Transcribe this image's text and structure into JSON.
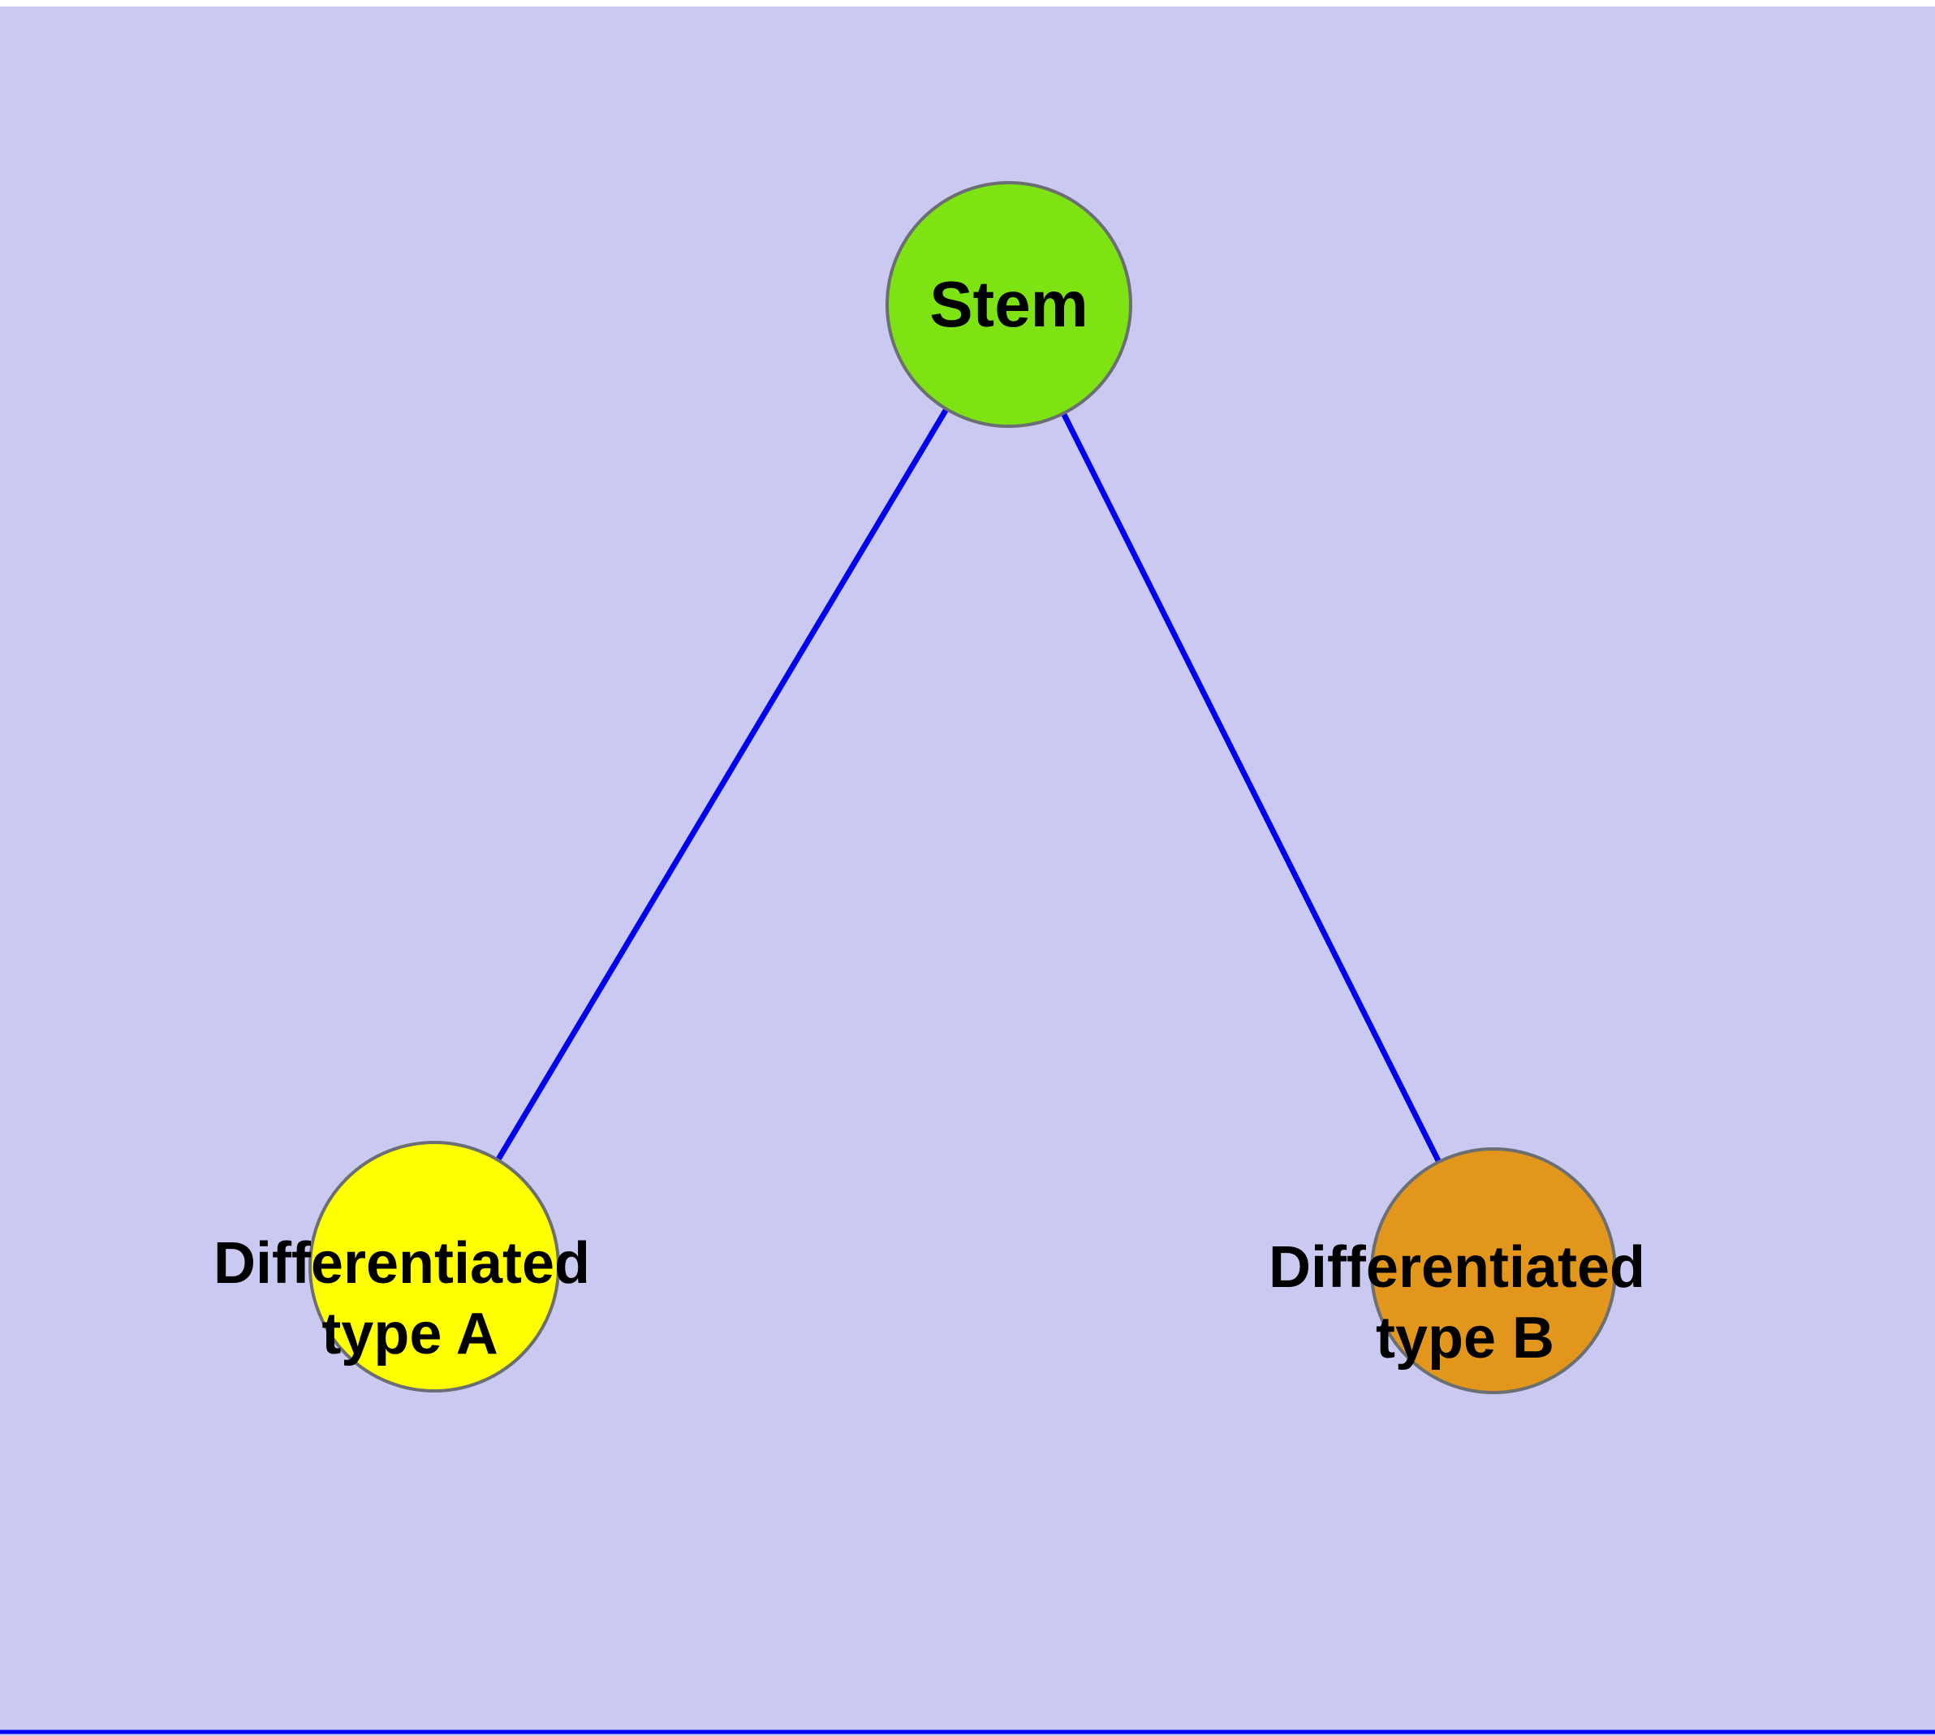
{
  "diagram": {
    "type": "node-link-graph",
    "background_color": "#c9c9f2",
    "page_color": "#ffffff",
    "edge_color": "#0000ee",
    "node_border_color": "#6b6f72",
    "label_color": "#000000",
    "nodes": [
      {
        "id": "stem",
        "label": "Stem",
        "color": "#7ee312"
      },
      {
        "id": "differentiated-type-a",
        "label_line1": "Differentiated",
        "label_line2": "type A",
        "color": "#ffff00"
      },
      {
        "id": "differentiated-type-b",
        "label_line1": "Differentiated",
        "label_line2": "type B",
        "color": "#e2961c"
      }
    ],
    "edges": [
      {
        "from": "stem",
        "to": "differentiated-type-a"
      },
      {
        "from": "stem",
        "to": "differentiated-type-b"
      }
    ]
  }
}
